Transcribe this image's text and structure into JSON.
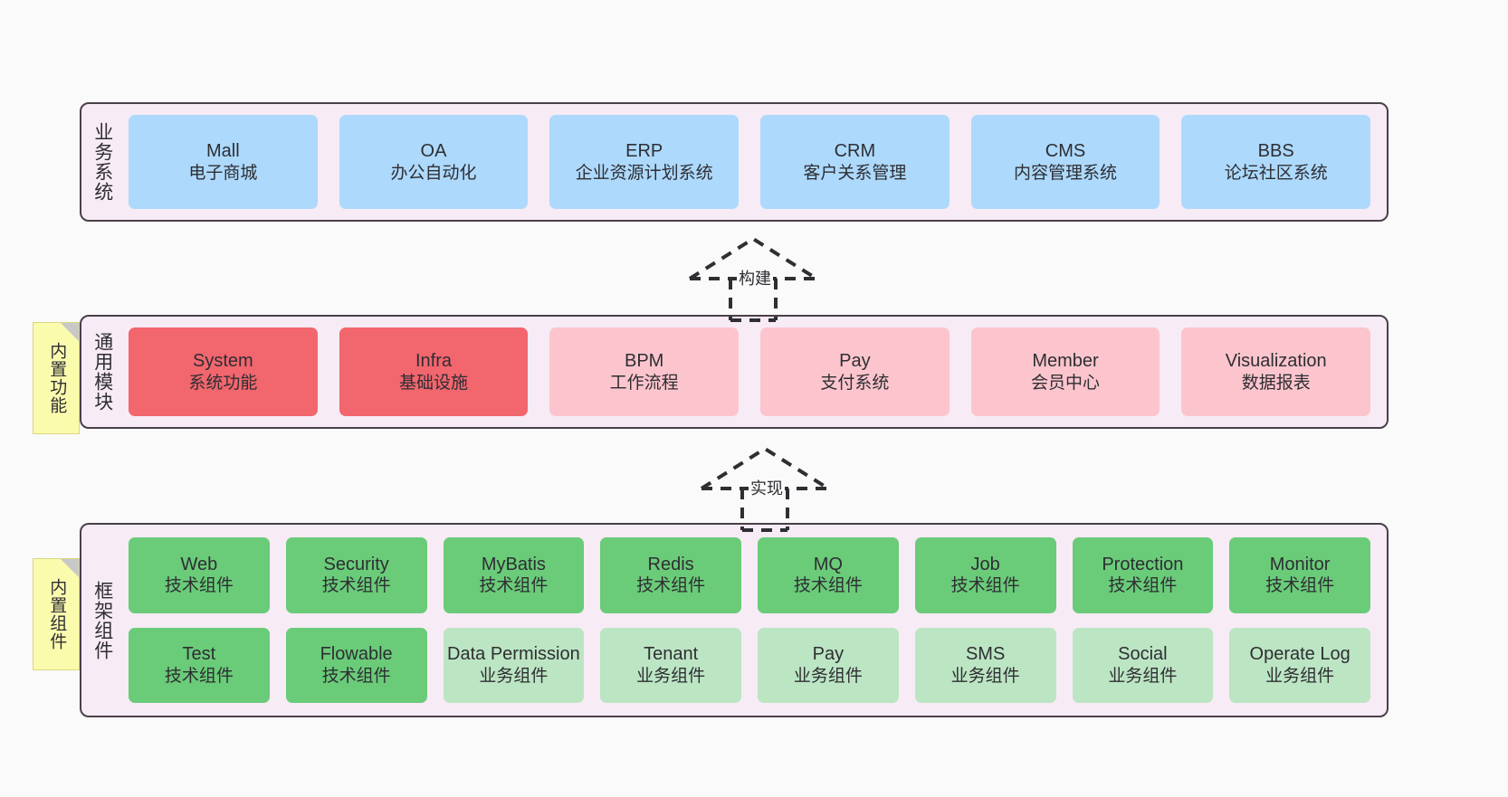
{
  "page": {
    "background": "#FAFAFA",
    "border_color": "#4A404A",
    "layer_background": "#F7EBF5"
  },
  "palette": {
    "blue": "#ADD9FC",
    "red": "#F2666E",
    "pink": "#FCC5CD",
    "green": "#6ACB79",
    "light_green": "#BCE5C3",
    "note_yellow": "#FBFBAE",
    "fold_gray": "#C8C8C8"
  },
  "notes": [
    {
      "label": "内置功能"
    },
    {
      "label": "内置组件"
    }
  ],
  "connectors": [
    {
      "label": "构建",
      "style": "dashed-hollow-arrow-up"
    },
    {
      "label": "实现",
      "style": "dashed-hollow-arrow-up"
    }
  ],
  "layers": [
    {
      "id": "business-systems",
      "title": "业务系统",
      "rows": [
        {
          "boxes": [
            {
              "title": "Mall",
              "sub": "电子商城",
              "color": "blue"
            },
            {
              "title": "OA",
              "sub": "办公自动化",
              "color": "blue"
            },
            {
              "title": "ERP",
              "sub": "企业资源计划系统",
              "color": "blue"
            },
            {
              "title": "CRM",
              "sub": "客户关系管理",
              "color": "blue"
            },
            {
              "title": "CMS",
              "sub": "内容管理系统",
              "color": "blue"
            },
            {
              "title": "BBS",
              "sub": "论坛社区系统",
              "color": "blue"
            }
          ]
        }
      ]
    },
    {
      "id": "common-modules",
      "title": "通用模块",
      "rows": [
        {
          "boxes": [
            {
              "title": "System",
              "sub": "系统功能",
              "color": "red"
            },
            {
              "title": "Infra",
              "sub": "基础设施",
              "color": "red"
            },
            {
              "title": "BPM",
              "sub": "工作流程",
              "color": "pink"
            },
            {
              "title": "Pay",
              "sub": "支付系统",
              "color": "pink"
            },
            {
              "title": "Member",
              "sub": "会员中心",
              "color": "pink"
            },
            {
              "title": "Visualization",
              "sub": "数据报表",
              "color": "pink"
            }
          ]
        }
      ]
    },
    {
      "id": "framework-components",
      "title": "框架组件",
      "rows": [
        {
          "boxes": [
            {
              "title": "Web",
              "sub": "技术组件",
              "color": "green"
            },
            {
              "title": "Security",
              "sub": "技术组件",
              "color": "green"
            },
            {
              "title": "MyBatis",
              "sub": "技术组件",
              "color": "green"
            },
            {
              "title": "Redis",
              "sub": "技术组件",
              "color": "green"
            },
            {
              "title": "MQ",
              "sub": "技术组件",
              "color": "green"
            },
            {
              "title": "Job",
              "sub": "技术组件",
              "color": "green"
            },
            {
              "title": "Protection",
              "sub": "技术组件",
              "color": "green"
            },
            {
              "title": "Monitor",
              "sub": "技术组件",
              "color": "green"
            }
          ]
        },
        {
          "boxes": [
            {
              "title": "Test",
              "sub": "技术组件",
              "color": "green"
            },
            {
              "title": "Flowable",
              "sub": "技术组件",
              "color": "green"
            },
            {
              "title": "Data Permission",
              "sub": "业务组件",
              "color": "light_green"
            },
            {
              "title": "Tenant",
              "sub": "业务组件",
              "color": "light_green"
            },
            {
              "title": "Pay",
              "sub": "业务组件",
              "color": "light_green"
            },
            {
              "title": "SMS",
              "sub": "业务组件",
              "color": "light_green"
            },
            {
              "title": "Social",
              "sub": "业务组件",
              "color": "light_green"
            },
            {
              "title": "Operate Log",
              "sub": "业务组件",
              "color": "light_green"
            }
          ]
        }
      ]
    }
  ]
}
